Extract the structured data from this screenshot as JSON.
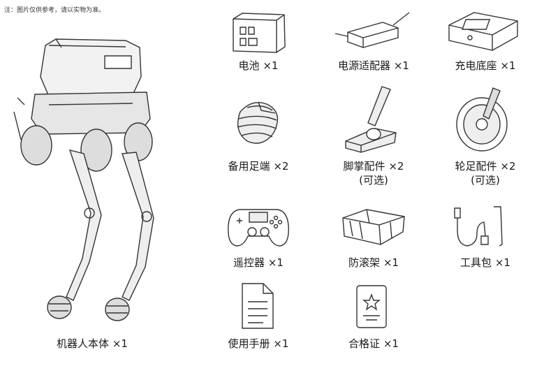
{
  "note": "注：图片仅供参考，请以实物为准。",
  "items": [
    {
      "label": "机器人本体 ×1",
      "icon": "robot-dog-body-icon"
    },
    {
      "label": "电池 ×1",
      "icon": "battery-icon"
    },
    {
      "label": "电源适配器 ×1",
      "icon": "power-adapter-icon"
    },
    {
      "label": "充电底座 ×1",
      "icon": "charging-dock-icon"
    },
    {
      "label": "备用足端 ×2",
      "icon": "spare-foot-icon"
    },
    {
      "label": "脚掌配件 ×2",
      "sub": "(可选)",
      "icon": "foot-pad-accessory-icon"
    },
    {
      "label": "轮足配件 ×2",
      "sub": "(可选)",
      "icon": "wheel-foot-accessory-icon"
    },
    {
      "label": "遥控器 ×1",
      "icon": "gamepad-controller-icon"
    },
    {
      "label": "防滚架 ×1",
      "icon": "roll-cage-icon"
    },
    {
      "label": "工具包 ×1",
      "icon": "toolkit-icon"
    },
    {
      "label": "使用手册 ×1",
      "icon": "user-manual-icon"
    },
    {
      "label": "合格证 ×1",
      "icon": "certificate-icon"
    }
  ]
}
